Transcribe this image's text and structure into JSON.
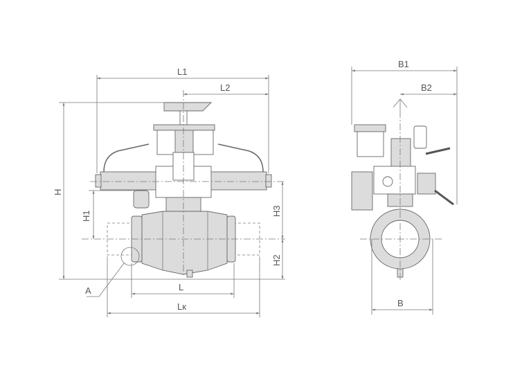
{
  "drawing": {
    "front_view": {
      "labels": {
        "L1": "L1",
        "L2": "L2",
        "H": "H",
        "H1": "H1",
        "H3": "H3",
        "H2": "H2",
        "A": "A",
        "L": "L",
        "Lk": "Lк"
      }
    },
    "side_view": {
      "labels": {
        "B1": "B1",
        "B2": "B2",
        "B": "B"
      }
    },
    "colors": {
      "body_fill": "#dcdcdc",
      "line": "#666666"
    }
  }
}
